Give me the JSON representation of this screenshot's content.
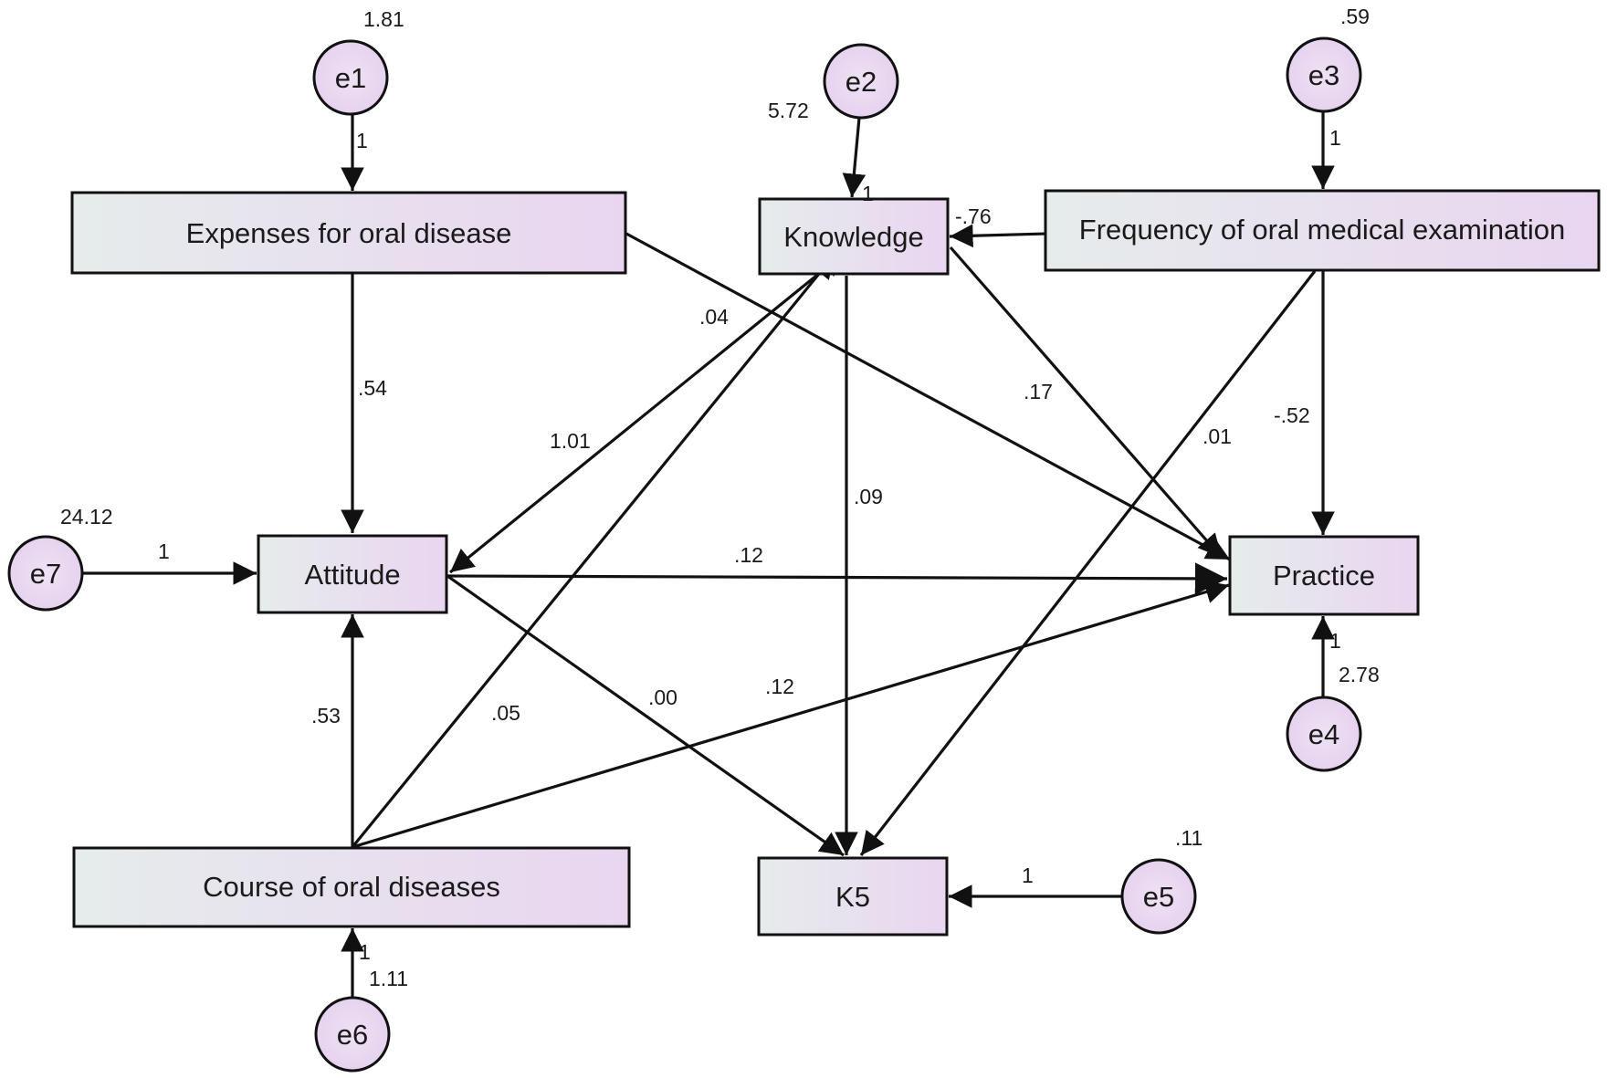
{
  "nodes": {
    "expenses": "Expenses for oral disease",
    "knowledge": "Knowledge",
    "frequency": "Frequency of oral medical examination",
    "attitude": "Attitude",
    "practice": "Practice",
    "course": "Course of oral diseases",
    "k5": "K5"
  },
  "errors": {
    "e1": "e1",
    "e2": "e2",
    "e3": "e3",
    "e4": "e4",
    "e5": "e5",
    "e6": "e6",
    "e7": "e7"
  },
  "variances": {
    "e1": "1.81",
    "e2": "5.72",
    "e3": ".59",
    "e4": "2.78",
    "e5": ".11",
    "e6": "1.11",
    "e7": "24.12"
  },
  "error_loadings": {
    "e1": "1",
    "e2": "1",
    "e3": "1",
    "e4": "1",
    "e5": "1",
    "e6": "1",
    "e7": "1"
  },
  "coefficients": {
    "expenses_attitude": ".54",
    "expenses_practice": ".04",
    "frequency_knowledge": "-.76",
    "knowledge_practice": ".17",
    "frequency_k5": ".01",
    "frequency_practice": "-.52",
    "knowledge_attitude": "1.01",
    "knowledge_k5": ".09",
    "attitude_practice": ".12",
    "course_practice": ".12",
    "attitude_k5": ".00",
    "course_knowledge": ".05",
    "course_attitude": ".53"
  },
  "colors": {
    "gradient_start": "#e6ecec",
    "gradient_end": "#e9d5f0",
    "stroke": "#111111"
  }
}
